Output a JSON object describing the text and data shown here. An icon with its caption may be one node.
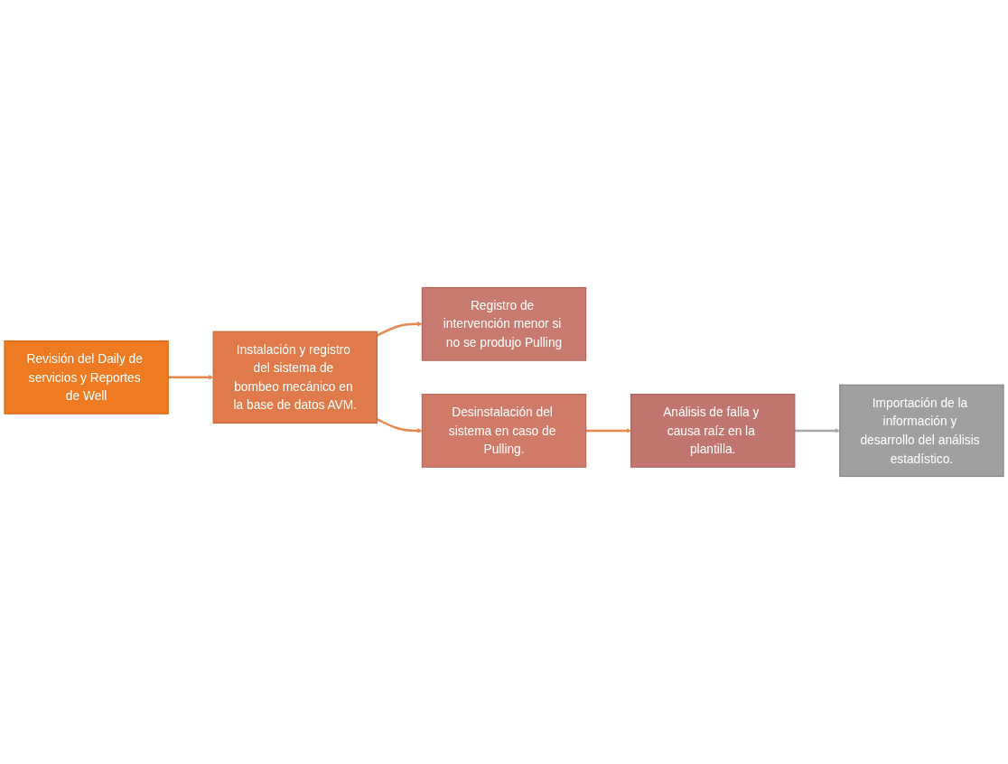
{
  "diagram": {
    "nodes": [
      {
        "text": [
          "Revisión del Daily de servicios y Reportes de Well"
        ]
      },
      {
        "text": [
          "Instalación y registro del sistema de bombeo mecánico en la base de datos AVM."
        ]
      },
      {
        "text": [
          "Registro de intervención menor si no se produjo Pulling"
        ]
      },
      {
        "text": [
          "Desinstalación del sistema en caso de Pulling."
        ]
      },
      {
        "text": [
          "Análisis de falla y causa raíz en la plantilla."
        ]
      },
      {
        "text": [
          "Importación de la información y desarrollo del análisis estadístico."
        ]
      }
    ],
    "edges": [
      {
        "from": 0,
        "to": 1,
        "arrow": "to"
      },
      {
        "from": 1,
        "to": 2,
        "arrow": "to"
      },
      {
        "from": 1,
        "to": 3,
        "arrow": "to"
      },
      {
        "from": 3,
        "to": 4,
        "arrow": "to"
      },
      {
        "from": 4,
        "to": 5,
        "arrow": "to",
        "color": "#a8a8a8"
      }
    ]
  }
}
